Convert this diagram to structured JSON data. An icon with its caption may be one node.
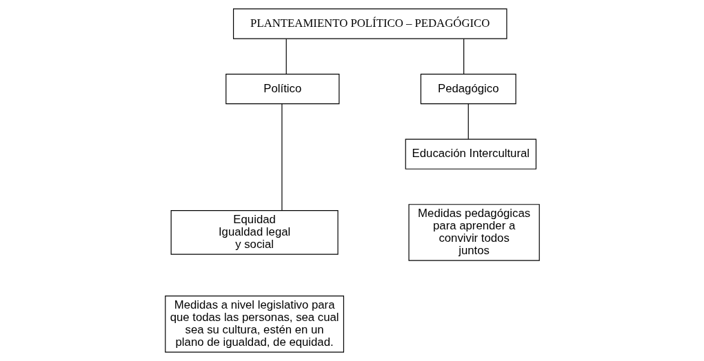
{
  "diagram": {
    "nodes": [
      {
        "text": [
          "PLANTEAMIENTO POLÍTICO – PEDAGÓGICO"
        ]
      },
      {
        "text": [
          "Político"
        ]
      },
      {
        "text": [
          "Pedagógico"
        ]
      },
      {
        "text": [
          "Equidad Igualdad legal y social"
        ]
      },
      {
        "text": [
          "Medidas a nivel legislativo para que todas las personas, sea cual sea su cultura, estén en un plano de igualdad, de equidad."
        ]
      },
      {
        "text": [
          "Educación Intercultural"
        ]
      },
      {
        "text": [
          "Medidas pedagógicas para aprender a convivir todos juntos"
        ]
      }
    ],
    "edges": [
      {
        "from": 0,
        "to": 1,
        "arrow": "none"
      },
      {
        "from": 0,
        "to": 2,
        "arrow": "none"
      },
      {
        "from": 1,
        "to": 3,
        "arrow": "none"
      },
      {
        "from": 2,
        "to": 5,
        "arrow": "none"
      }
    ]
  }
}
